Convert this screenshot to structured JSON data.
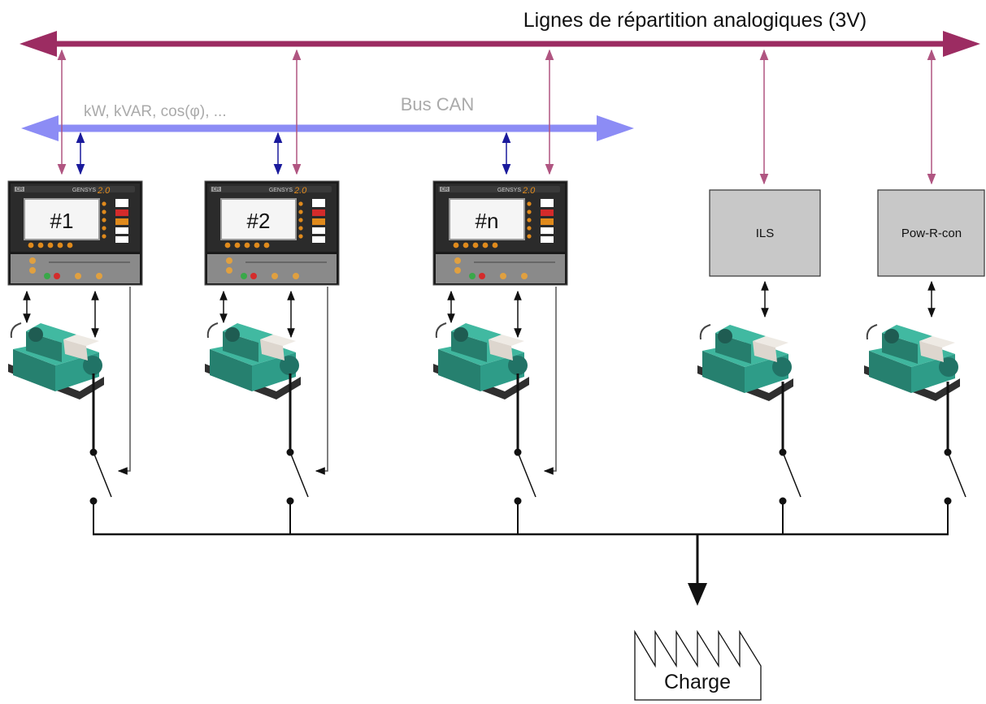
{
  "buses": {
    "analog_label": "Lignes de répartition analogiques (3V)",
    "can_label": "Bus CAN",
    "can_quantities": "kW, kVAR, cos(φ), ..."
  },
  "controllers": [
    {
      "screen_label": "#1",
      "brand": "GENSYS",
      "version": "2.0",
      "corner_label": "CR"
    },
    {
      "screen_label": "#2",
      "brand": "GENSYS",
      "version": "2.0",
      "corner_label": "CR"
    },
    {
      "screen_label": "#n",
      "brand": "GENSYS",
      "version": "2.0",
      "corner_label": "CR"
    }
  ],
  "other_units": [
    {
      "label": "ILS"
    },
    {
      "label": "Pow-R-con"
    }
  ],
  "load": {
    "label": "Charge"
  },
  "colors": {
    "analog_bus": "#9c2c62",
    "analog_link": "#b05581",
    "can_bus": "#8c8cf5",
    "can_link": "#1a1a9c",
    "gray_box": "#c8c8c8",
    "genset_green": "#2e9c88"
  },
  "icons": {
    "genset": "generator-set-icon",
    "switch": "breaker-switch-icon",
    "load": "factory-load-icon"
  }
}
